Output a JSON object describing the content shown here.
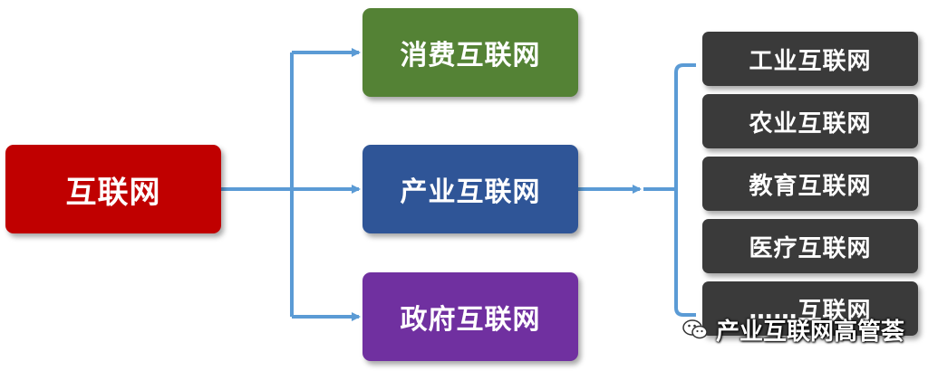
{
  "root": {
    "label": "互联网",
    "color": "#c00000"
  },
  "branches": [
    {
      "label": "消费互联网",
      "color": "#548235"
    },
    {
      "label": "产业互联网",
      "color": "#2f5597"
    },
    {
      "label": "政府互联网",
      "color": "#7030a0"
    }
  ],
  "leaves": [
    {
      "label": "工业互联网"
    },
    {
      "label": "农业互联网"
    },
    {
      "label": "教育互联网"
    },
    {
      "label": "医疗互联网"
    },
    {
      "label": "……互联网"
    }
  ],
  "leaf_color": "#3a3a3a",
  "connector_color": "#5b9bd5",
  "watermark": {
    "text": "产业互联网高管荟",
    "icon": "wechat-icon"
  }
}
